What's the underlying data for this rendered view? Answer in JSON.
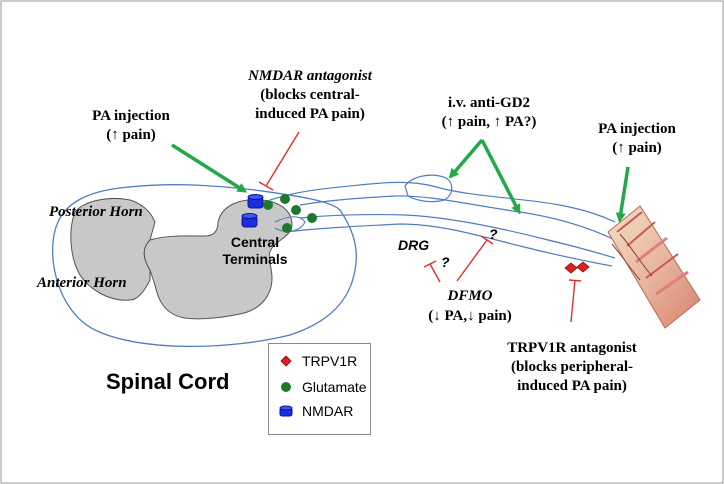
{
  "labels": {
    "posterior_horn": "Posterior Horn",
    "anterior_horn": "Anterior Horn",
    "central_terminals_line1": "Central",
    "central_terminals_line2": "Terminals",
    "spinal_cord": "Spinal Cord",
    "drg": "DRG",
    "question_mark": "?"
  },
  "annotations": {
    "pa_injection_left": {
      "line1": "PA injection",
      "line2": "(↑ pain)"
    },
    "nmdar_antagonist": {
      "line1": "NMDAR antagonist",
      "line2": "(blocks central-",
      "line3": "induced PA pain)"
    },
    "anti_gd2": {
      "line1": "i.v. anti-GD2",
      "line2": "(↑ pain, ↑ PA?)"
    },
    "pa_injection_right": {
      "line1": "PA injection",
      "line2": "(↑ pain)"
    },
    "dfmo": {
      "line1": "DFMO",
      "line2": "(↓ PA,↓ pain)"
    },
    "trpv1r_antagonist": {
      "line1": "TRPV1R antagonist",
      "line2": "(blocks peripheral-",
      "line3": "induced PA pain)"
    }
  },
  "legend": [
    {
      "label": "TRPV1R",
      "icon": "red-diamond-icon"
    },
    {
      "label": "Glutamate",
      "icon": "green-dot-icon"
    },
    {
      "label": "NMDAR",
      "icon": "blue-cylinder-icon"
    }
  ],
  "colors": {
    "arrow_green": "#22a846",
    "inhibit_red": "#e03030",
    "outline_blue": "#4f7ec0",
    "gray_matter": "#c8c8c8",
    "glutamate_green": "#1e7a2a",
    "nmdar_blue": "#1a2ee0",
    "trpv1r_red": "#e02020"
  }
}
